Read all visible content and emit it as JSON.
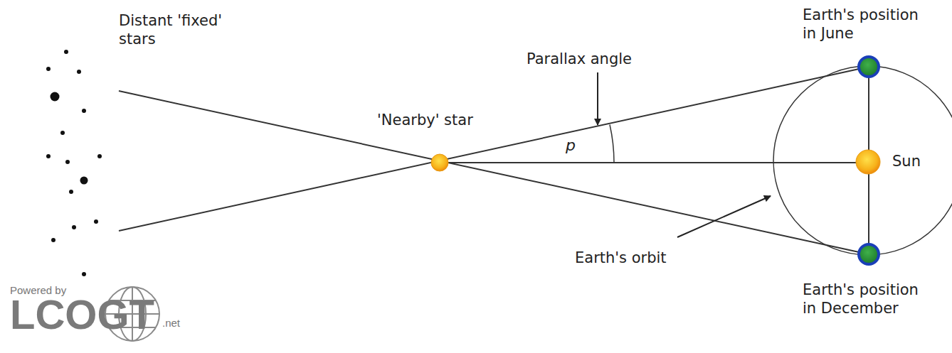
{
  "diagram": {
    "labels": [
      "Distant 'fixed' stars",
      "Parallax angle",
      "p",
      "'Nearby' star",
      "Sun",
      "Earth's orbit",
      "Earth's position in June",
      "Earth's position in December",
      "Powered by",
      "LCOGT",
      ".net"
    ]
  }
}
